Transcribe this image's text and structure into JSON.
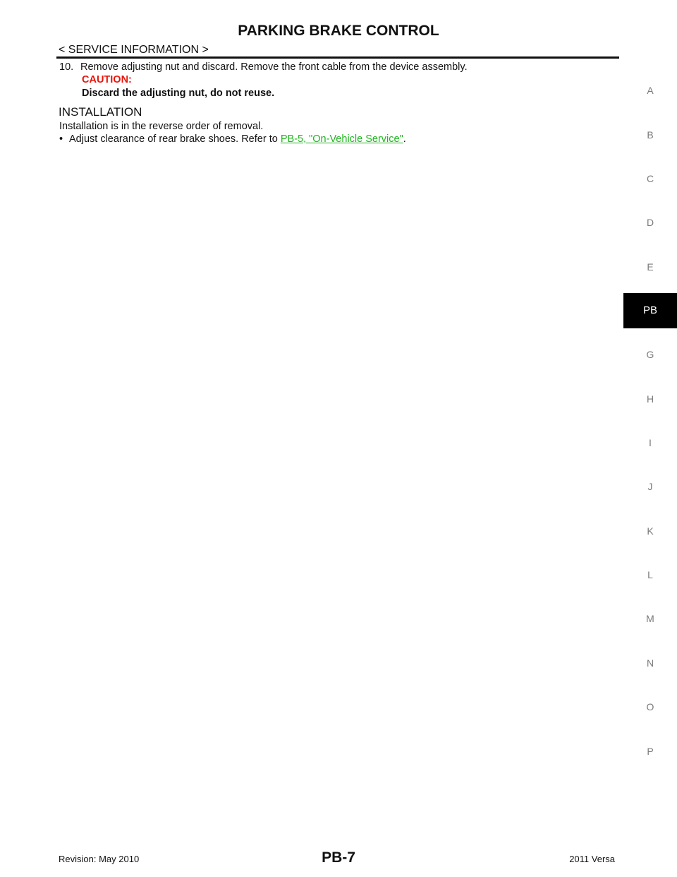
{
  "header": {
    "title": "PARKING BRAKE CONTROL",
    "section": "< SERVICE INFORMATION >"
  },
  "removal_step": {
    "number": "10.",
    "text": "Remove adjusting nut and discard. Remove the front cable from the device assembly.",
    "caution_title": "CAUTION:",
    "caution_text": "Discard the adjusting nut, do not reuse."
  },
  "installation": {
    "heading": "INSTALLATION",
    "intro": "Installation is in the reverse order of removal.",
    "bullet_mark": "•",
    "bullet_text": "Adjust clearance of rear brake shoes. Refer to ",
    "bullet_link": "PB-5, \"On-Vehicle Service\"",
    "bullet_end": "."
  },
  "index_tabs": [
    "A",
    "B",
    "C",
    "D",
    "E",
    "PB",
    "G",
    "H",
    "I",
    "J",
    "K",
    "L",
    "M",
    "N",
    "O",
    "P"
  ],
  "active_tab": "PB",
  "footer": {
    "revision": "Revision: May 2010",
    "page": "PB-7",
    "model": "2011 Versa"
  },
  "colors": {
    "caution": "#e8140a",
    "link": "#1fb51f",
    "active_tab_bg": "#000000"
  }
}
